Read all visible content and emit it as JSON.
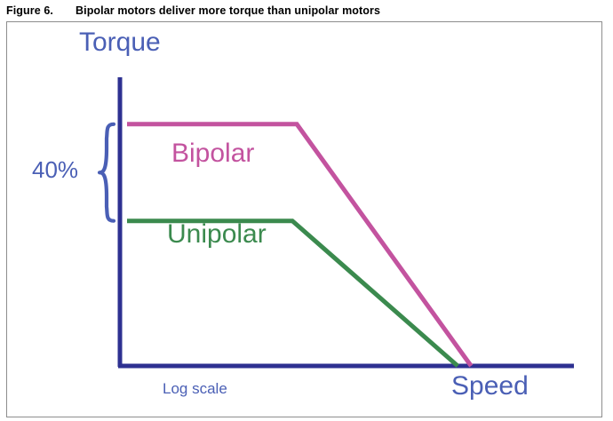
{
  "figure": {
    "number": "Figure 6.",
    "caption": "Bipolar motors deliver more torque than unipolar motors"
  },
  "colors": {
    "bipolar": "#c3539f",
    "unipolar": "#3b8a4e",
    "axis": "#2e3191",
    "label_blue": "#4a5fb5",
    "frame_border": "#8d8d8d",
    "caption_text": "#000000",
    "background": "#ffffff"
  },
  "chart_data": {
    "type": "line",
    "title": "Bipolar motors deliver more torque than unipolar motors",
    "xlabel": "Speed",
    "ylabel": "Torque",
    "x_axis_note": "Log scale",
    "grid": false,
    "legend": "inline-labels",
    "axis_ticks": [],
    "annotations": [
      {
        "name": "torque-difference",
        "text": "40%",
        "description": "Brace spanning the gap between the unipolar and bipolar holding-torque plateaus"
      }
    ],
    "series": [
      {
        "name": "Bipolar",
        "color": "#c3539f",
        "label": "Bipolar",
        "points": [
          {
            "x": 0.0,
            "y": 1.0
          },
          {
            "x": 0.38,
            "y": 1.0
          },
          {
            "x": 0.77,
            "y": 0.0
          }
        ],
        "plateau_torque": 1.0
      },
      {
        "name": "Unipolar",
        "color": "#3b8a4e",
        "label": "Unipolar",
        "points": [
          {
            "x": 0.0,
            "y": 0.6
          },
          {
            "x": 0.37,
            "y": 0.6
          },
          {
            "x": 0.74,
            "y": 0.0
          }
        ],
        "plateau_torque": 0.6
      }
    ],
    "xlim": [
      0,
      1
    ],
    "ylim": [
      0,
      1.15
    ]
  },
  "labels": {
    "torque": "Torque",
    "speed": "Speed",
    "log_scale": "Log scale",
    "bipolar": "Bipolar",
    "unipolar": "Unipolar",
    "percent_delta": "40%"
  }
}
